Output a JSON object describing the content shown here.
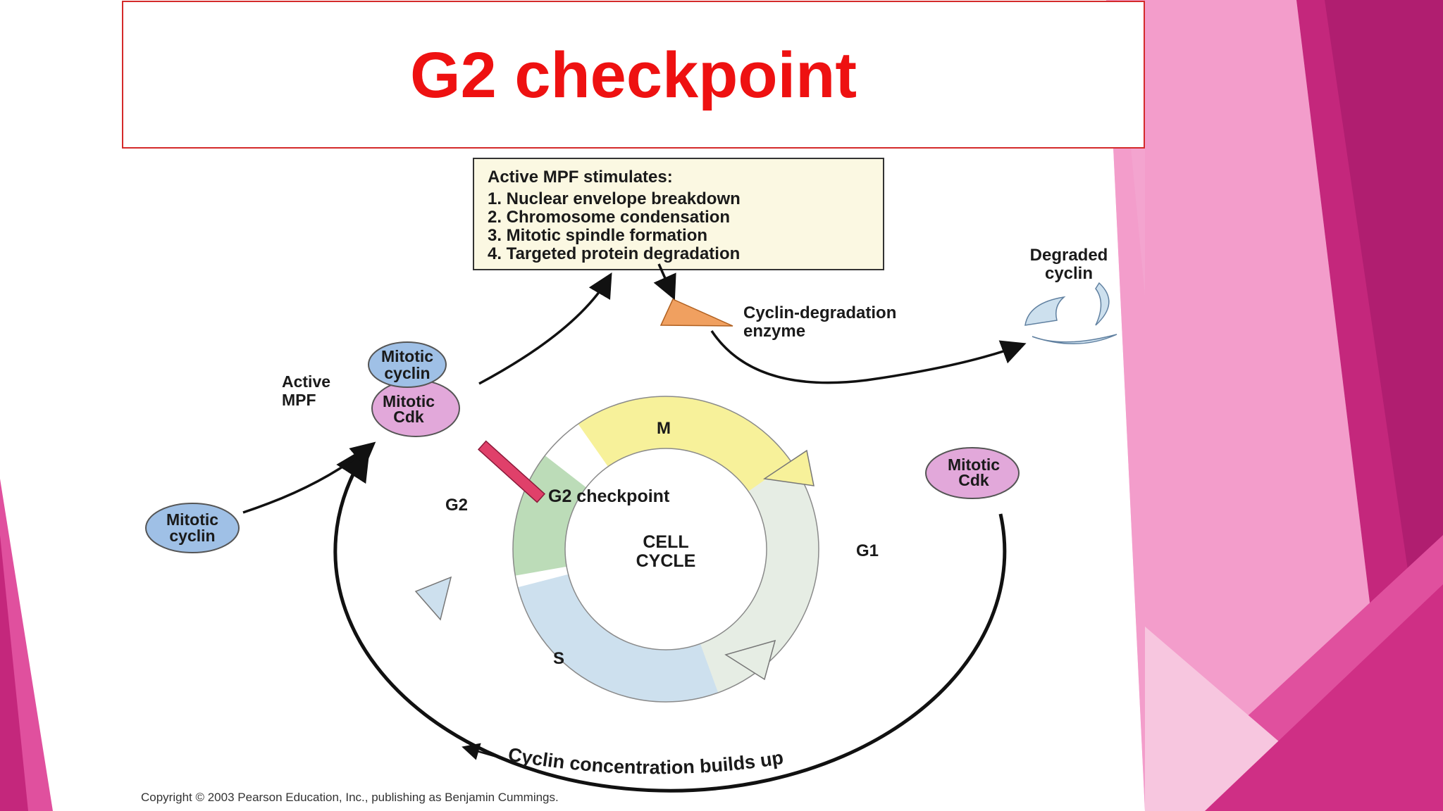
{
  "slide": {
    "title": "G2 checkpoint"
  },
  "diagram": {
    "stimulates_box": {
      "heading": "Active MPF stimulates:",
      "items": [
        "1. Nuclear envelope breakdown",
        "2. Chromosome condensation",
        "3. Mitotic spindle formation",
        "4. Targeted protein degradation"
      ]
    },
    "degraded_cyclin": [
      "Degraded",
      "cyclin"
    ],
    "enzyme_label": [
      "Cyclin-degradation",
      "enzyme"
    ],
    "active_mpf_label": [
      "Active",
      "MPF"
    ],
    "mitotic_cyclin": [
      "Mitotic",
      "cyclin"
    ],
    "mitotic_cdk": [
      "Mitotic",
      "Cdk"
    ],
    "phases": {
      "m": "M",
      "g1": "G1",
      "s": "S",
      "g2": "G2"
    },
    "checkpoint_label": "G2 checkpoint",
    "center_label": [
      "CELL",
      "CYCLE"
    ],
    "cyclin_buildup": "Cyclin concentration builds up",
    "copyright": "Copyright © 2003 Pearson Education, Inc., publishing as Benjamin Cummings."
  },
  "colors": {
    "title": "#ee1111",
    "pink_dark": "#b01e70",
    "pink_mid": "#e0509e",
    "pink_light": "#f3a6cf",
    "phase_m": "#f7f19a",
    "phase_g1": "#e6ede4",
    "phase_s": "#cde0ee",
    "phase_g2": "#bcdcb8",
    "cyclin_blue": "#9fc0e6",
    "cdk_pink": "#e2a8da",
    "enzyme_orange": "#f0a060",
    "checkpoint_bar": "#e0406a"
  }
}
